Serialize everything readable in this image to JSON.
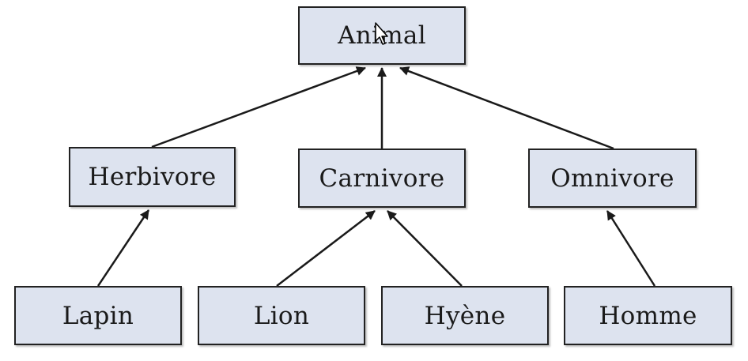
{
  "diagram": {
    "root": "Animal",
    "level1": [
      "Herbivore",
      "Carnivore",
      "Omnivore"
    ],
    "level2": [
      "Lapin",
      "Lion",
      "Hyène",
      "Homme"
    ]
  },
  "edges": [
    {
      "from": "Herbivore",
      "to": "Animal"
    },
    {
      "from": "Carnivore",
      "to": "Animal"
    },
    {
      "from": "Omnivore",
      "to": "Animal"
    },
    {
      "from": "Lapin",
      "to": "Herbivore"
    },
    {
      "from": "Lion",
      "to": "Carnivore"
    },
    {
      "from": "Hyène",
      "to": "Carnivore"
    },
    {
      "from": "Homme",
      "to": "Omnivore"
    }
  ],
  "colors": {
    "node_fill": "#dde3ef",
    "node_border": "#222222",
    "edge": "#1a1a1a"
  }
}
